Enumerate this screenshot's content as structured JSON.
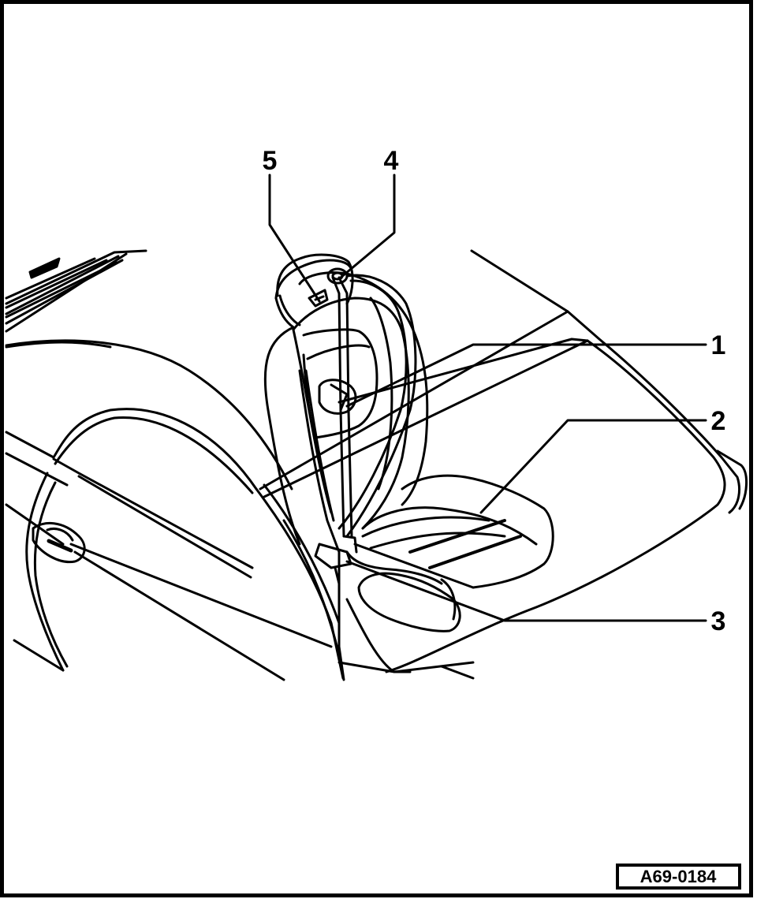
{
  "callouts": [
    {
      "id": "1",
      "label": "1"
    },
    {
      "id": "2",
      "label": "2"
    },
    {
      "id": "3",
      "label": "3"
    },
    {
      "id": "4",
      "label": "4"
    },
    {
      "id": "5",
      "label": "5"
    }
  ],
  "figure_id": "A69-0184",
  "colors": {
    "line": "#000000",
    "background": "#ffffff"
  }
}
